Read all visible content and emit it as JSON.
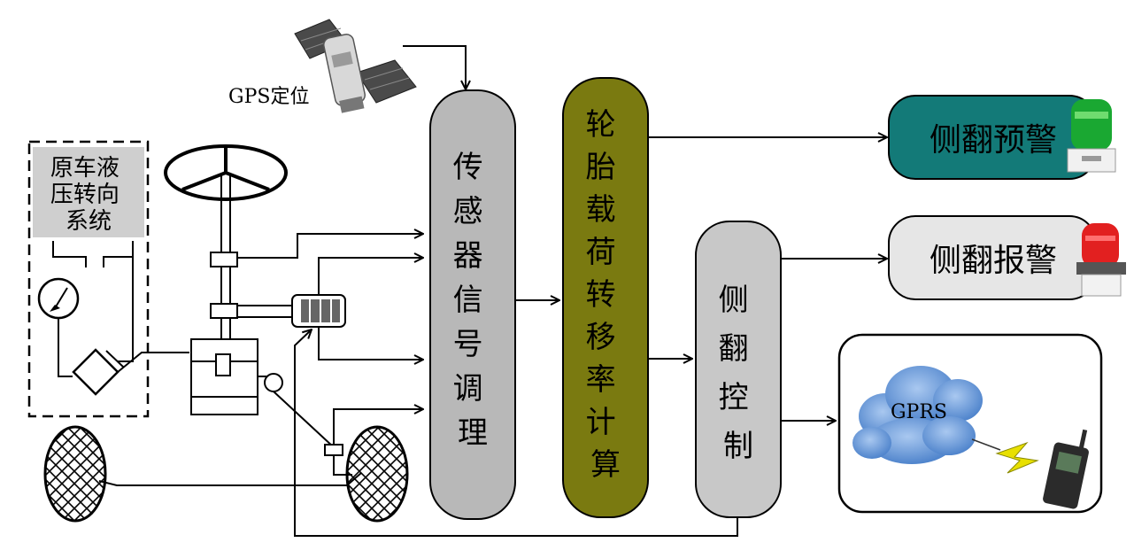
{
  "gps_label": "GPS定位",
  "steering_system_label": [
    "原车液",
    "压转向",
    "系统"
  ],
  "blocks": {
    "sensor_conditioning": [
      "传",
      "感",
      "器",
      "信",
      "号",
      "调",
      "理"
    ],
    "load_transfer": [
      "轮",
      "胎",
      "载",
      "荷",
      "转",
      "移",
      "率",
      "计",
      "算"
    ],
    "rollover_control": [
      "侧",
      "翻",
      "控",
      "制"
    ]
  },
  "outputs": {
    "warning": "侧翻预警",
    "alarm": "侧翻报警",
    "gprs": "GPRS"
  },
  "colors": {
    "sensor_block": "#b8b8b8",
    "load_block": "#7a7a10",
    "control_block": "#c8c8c8",
    "warning_box": "#137a78",
    "alarm_box": "#e6e6e6",
    "cloud": "#6a9ad8",
    "label_bg": "#cfcfcf"
  },
  "icons": [
    "satellite-icon",
    "green-beacon-icon",
    "red-beacon-icon",
    "cloud-icon",
    "lightning-icon",
    "mobile-phone-icon",
    "steering-wheel-icon",
    "pressure-gauge-icon",
    "wheel-icon"
  ]
}
